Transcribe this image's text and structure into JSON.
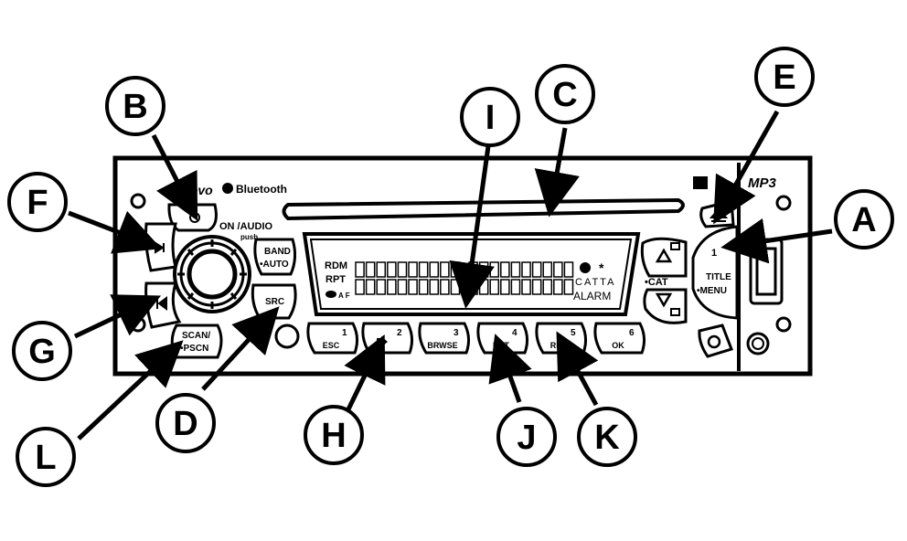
{
  "brand": {
    "logo_text": "bevo",
    "bluetooth_label": "Bluetooth",
    "mp3_label": "MP3"
  },
  "buttons": {
    "on_audio_line1": "ON /AUDIO",
    "on_audio_line2": "push",
    "band_line1": "BAND",
    "band_line2": "•AUTO",
    "src": "SRC",
    "scan_line1": "SCAN/",
    "scan_line2": "•PSCN",
    "title_num": "1",
    "title_line1": "TITLE",
    "title_line2": "•MENU",
    "cat": "•CAT"
  },
  "display": {
    "rdm": "RDM",
    "rpt": "RPT",
    "af": "A F",
    "catta": "CATTA",
    "alarm": "ALARM"
  },
  "presets": [
    {
      "num": "1",
      "label": "ESC"
    },
    {
      "num": "2",
      "label": ""
    },
    {
      "num": "3",
      "label": "BRWSE"
    },
    {
      "num": "4",
      "label": "RPT"
    },
    {
      "num": "5",
      "label": "RDM"
    },
    {
      "num": "6",
      "label": "OK"
    }
  ],
  "callouts": {
    "A": "A",
    "B": "B",
    "C": "C",
    "D": "D",
    "E": "E",
    "F": "F",
    "G": "G",
    "H": "H",
    "I": "I",
    "J": "J",
    "K": "K",
    "L": "L"
  },
  "colors": {
    "ink": "#000000",
    "paper": "#ffffff"
  }
}
